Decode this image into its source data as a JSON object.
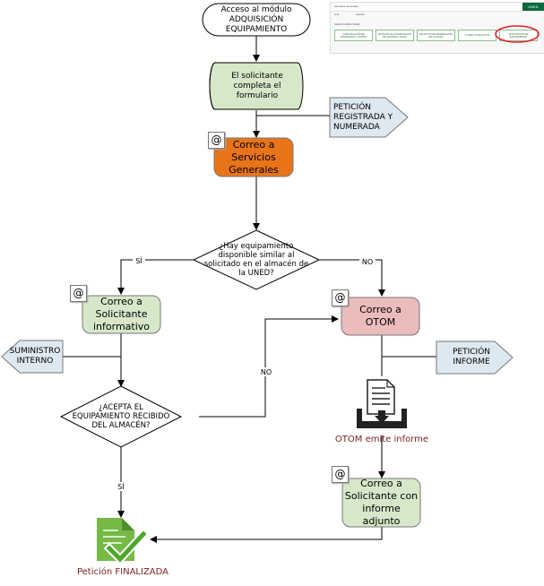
{
  "start": {
    "text": "Acceso al módulo\nADQUISICIÓN\nEQUIPAMIENTO"
  },
  "screenshot": {
    "title": "Servicios Generales",
    "user": "Ana",
    "user_value": "Garrido",
    "section": "SELECCIONE TEMA",
    "logo": "UNED",
    "tabs": [
      "COMUNICACIÓN DE INCIDENCIAS Y AVISOS",
      "PETICIÓN DE CLIMATIZACIÓN DE SALONES / AULAS",
      "SOLICITUD DE RESERVACIÓN DE LOCALES",
      "CONSULTA DE ACTOS",
      "ADQUISICIÓN DE EQUIPAMIENTO"
    ],
    "highlight_color": "#e3202a"
  },
  "nodes": {
    "form": "El solicitante\ncompleta el\nformulario",
    "registered": "PETICIÓN\nREGISTRADA Y\nNUMERADA",
    "email_sg": "Correo a\nServicios\nGenerales",
    "decision_1": "¿Hay equipamiento\ndisponible similar al\nsolicitado en el almacén de\nla UNED?",
    "email_solicitante": "Correo a\nSolicitante\ninformativo",
    "email_otom": "Correo a\nOTOM",
    "suministro": "SUMINISTRO\nINTERNO",
    "peticion_informe": "PETICIÓN INFORME",
    "decision_2": "¿ACEPTA EL\nEQUIPAMIENTO RECIBIDO\nDEL ALMACÉN?",
    "otom_report": "OTOM emite informe",
    "email_report": "Correo a\nSolicitante con\ninforme\nadjunto",
    "end": "Petición FINALIZADA"
  },
  "branches": {
    "yes_1": "SÍ",
    "no_1": "NO",
    "no_2": "NO",
    "yes_2": "SÍ"
  },
  "email_icon": "@",
  "colors": {
    "form_fill": "#d6e8c9",
    "email_sg_fill": "#e8741a",
    "email_info_fill": "#d6e8c9",
    "otom_fill": "#ecbcbc",
    "data_fill": "#dde8f0",
    "end_icon": "#76b947",
    "end_text": "#7a1f1f"
  },
  "icons": {
    "email": "at-sign-icon",
    "report": "printer-report-icon",
    "end": "document-check-icon"
  }
}
